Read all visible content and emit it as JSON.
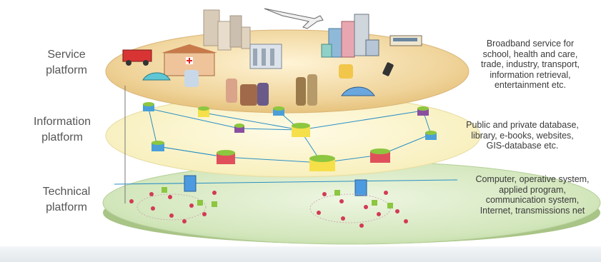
{
  "layers": [
    {
      "id": "service",
      "label_line1": "Service",
      "label_line2": "platform",
      "description": "Broadband service for\nschool, health and care,\ntrade, industry, transport,\ninformation retrieval,\nentertainment etc.",
      "color": "#f2d9a0"
    },
    {
      "id": "information",
      "label_line1": "Information",
      "label_line2": "platform",
      "description": "Public and private database,\nlibrary, e-books, websites,\nGIS-database etc.",
      "color": "#f7f1c2"
    },
    {
      "id": "technical",
      "label_line1": "Technical",
      "label_line2": "platform",
      "description": "Computer, operative system,\napplied program,\ncommunication system,\nInternet, transmissions net",
      "color": "#cfe3b4"
    }
  ],
  "colors": {
    "label_text": "#555555",
    "db_green": "#8dc63f",
    "db_red": "#e0505a",
    "db_yellow": "#f5e04a",
    "db_blue": "#4a9fd8",
    "net_node": "#d23a55",
    "server_blue": "#4c9be0"
  },
  "icons": [
    "airplane-icon",
    "building-icon",
    "hospital-icon",
    "fire-truck-icon",
    "bus-icon",
    "car-icon",
    "people-icon",
    "database-icon",
    "server-icon",
    "network-node-icon"
  ]
}
